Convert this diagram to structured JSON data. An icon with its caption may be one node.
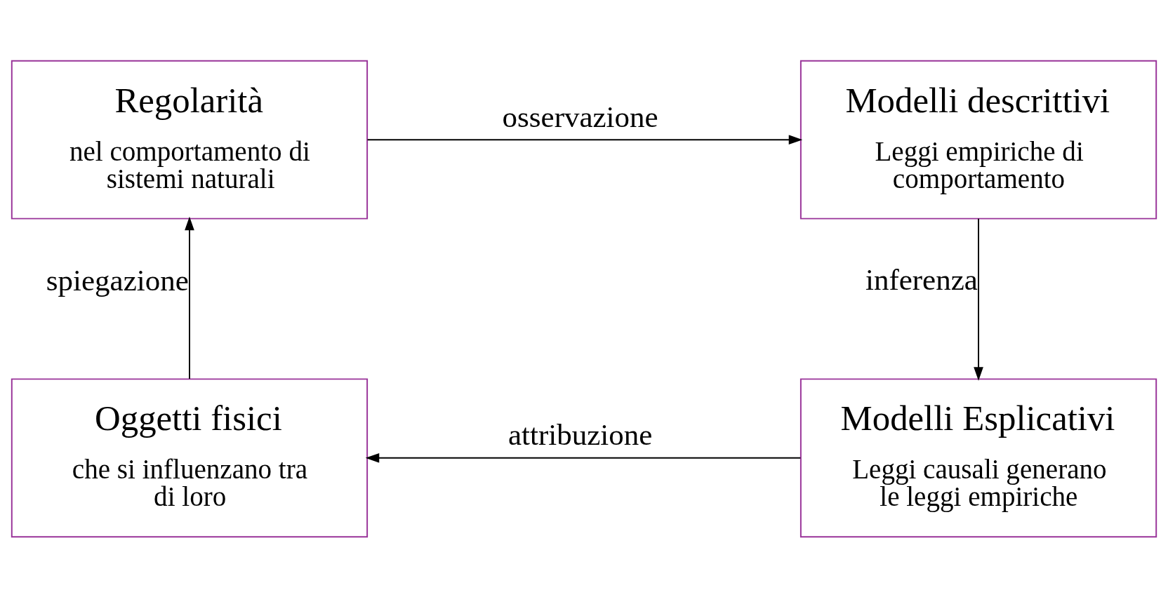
{
  "diagram": {
    "nodes": [
      {
        "text": [
          "Regolarità",
          "nel comportamento di sistemi naturali"
        ]
      },
      {
        "text": [
          "Modelli descrittivi",
          "Leggi empiriche di comportamento"
        ]
      },
      {
        "text": [
          "Modelli Esplicativi",
          "Leggi causali generano le leggi empiriche"
        ]
      },
      {
        "text": [
          "Oggetti fisici",
          "che si influenzano tra di loro"
        ]
      }
    ],
    "edges": [
      {
        "from": 0,
        "to": 1,
        "arrow": "to",
        "label": "osservazione"
      },
      {
        "from": 1,
        "to": 2,
        "arrow": "to",
        "label": "inferenza"
      },
      {
        "from": 2,
        "to": 3,
        "arrow": "to",
        "label": "attribuzione"
      },
      {
        "from": 3,
        "to": 0,
        "arrow": "to",
        "label": "spiegazione"
      }
    ]
  }
}
